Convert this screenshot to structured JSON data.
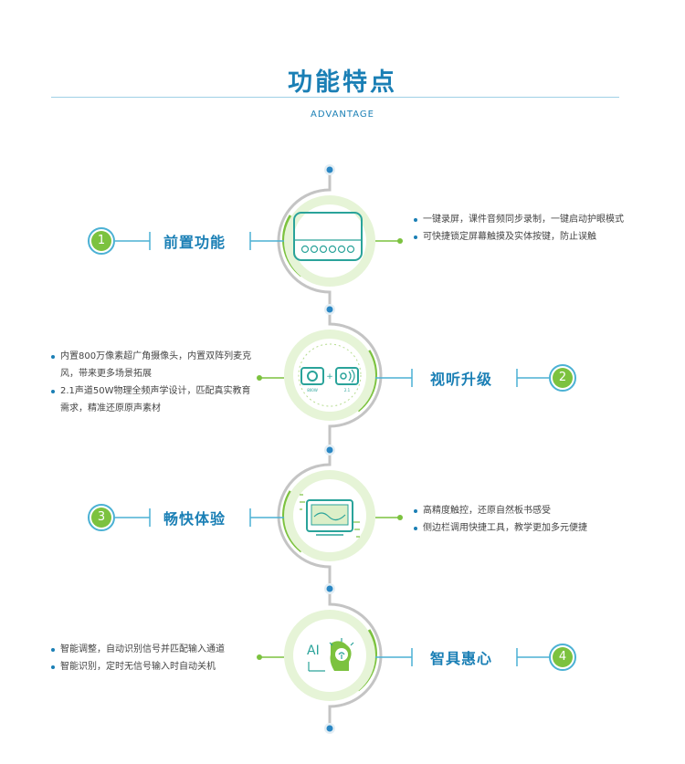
{
  "header": {
    "title": "功能特点",
    "subtitle": "ADVANTAGE"
  },
  "features": [
    {
      "number": "1",
      "title": "前置功能",
      "icon": "monitor-front-buttons-icon",
      "items": [
        "一键录屏，课件音频同步录制，一键启动护眼模式",
        "可快捷锁定屏幕触摸及实体按键，防止误触"
      ]
    },
    {
      "number": "2",
      "title": "视听升级",
      "icon": "camera-speaker-icon",
      "icon_labels": [
        "800W",
        "2.1"
      ],
      "items": [
        "内置800万像素超广角摄像头，内置双阵列麦克风，带来更多场景拓展",
        "2.1声道50W物理全频声学设计，匹配真实教育需求，精准还原原声素材"
      ]
    },
    {
      "number": "3",
      "title": "畅快体验",
      "icon": "touch-board-icon",
      "items": [
        "高精度触控，还原自然板书感受",
        "侧边栏调用快捷工具，教学更加多元便捷"
      ]
    },
    {
      "number": "4",
      "title": "智具惠心",
      "icon": "ai-lightbulb-icon",
      "icon_labels": [
        "AI"
      ],
      "items": [
        "智能调整，自动识别信号并匹配输入通道",
        "智能识别，定时无信号输入时自动关机"
      ]
    }
  ],
  "colors": {
    "blue": "#1a7fb5",
    "green": "#7cc23f",
    "light_green": "#dcefc8",
    "gray": "#bfbfbf"
  }
}
